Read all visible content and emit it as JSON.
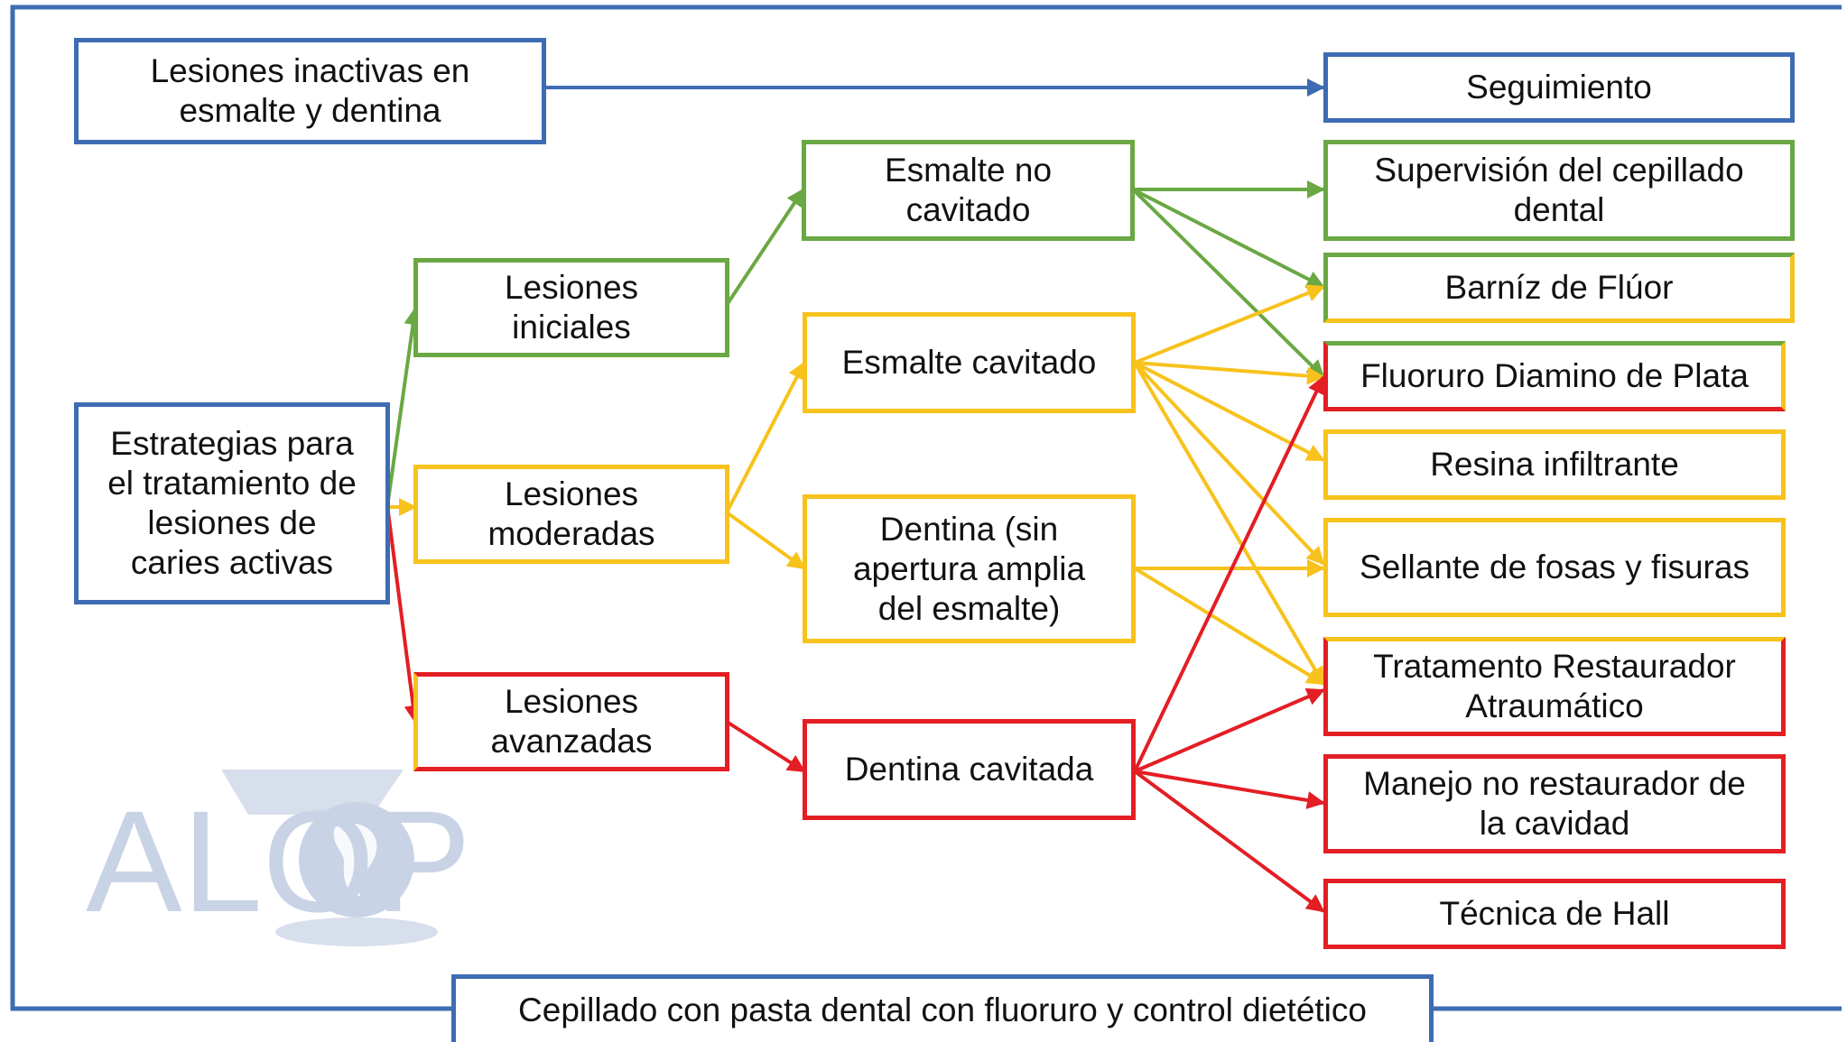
{
  "colors": {
    "blue": "#3d6cb3",
    "green": "#6aa843",
    "yellow": "#f7c21c",
    "red": "#e31e24",
    "watermark": "#c9d3e6"
  },
  "watermark": {
    "text": "ALOP"
  },
  "nodes": {
    "inactive": "Lesiones inactivas en\nesmalte y dentina",
    "strategies": "Estrategias para\nel tratamiento de\nlesiones de\ncaries activas",
    "initial": "Lesiones\niniciales",
    "moderate": "Lesiones\nmoderadas",
    "advanced": "Lesiones\navanzadas",
    "enamel_noncav": "Esmalte no\ncavitado",
    "enamel_cav": "Esmalte cavitado",
    "dentin_noopen": "Dentina (sin\napertura amplia\ndel esmalte)",
    "dentin_cav": "Dentina cavitada",
    "followup": "Seguimiento",
    "brushing_sup": "Supervisión del cepillado\ndental",
    "varnish": "Barníz de Flúor",
    "sdf": "Fluoruro Diamino de Plata",
    "resin": "Resina infiltrante",
    "sealant": "Sellante de fosas y fisuras",
    "art": "Tratamento Restaurador\nAtraumático",
    "nonrest": "Manejo no restaurador de\nla cavidad",
    "hall": "Técnica de Hall",
    "bottom": "Cepillado con pasta dental con fluoruro y control dietético"
  }
}
